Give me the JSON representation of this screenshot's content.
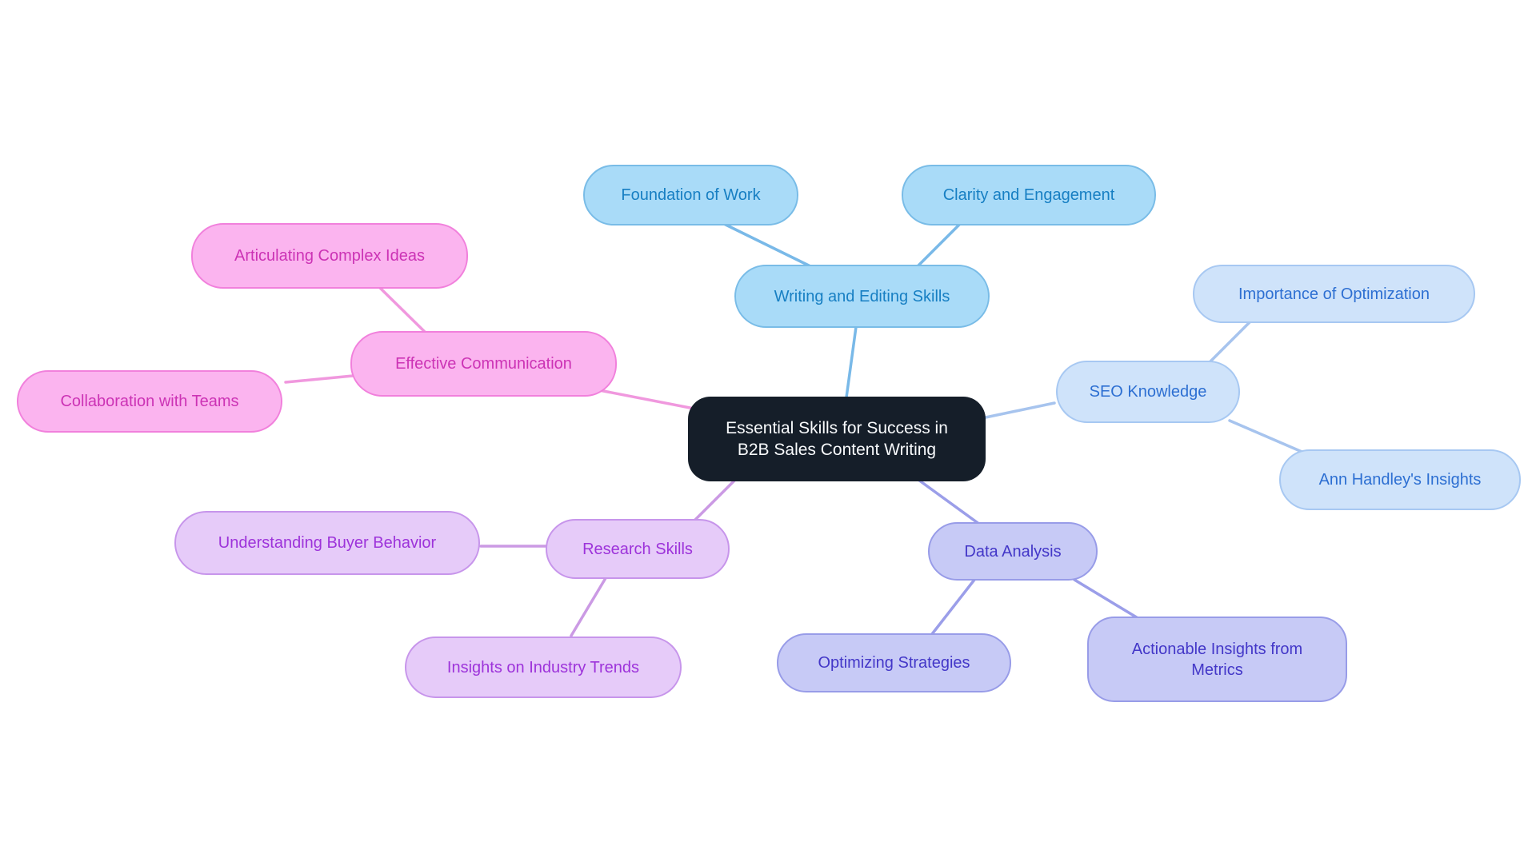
{
  "canvas": {
    "background": "#ffffff"
  },
  "mindmap": {
    "root": {
      "label": "Essential Skills for Success in B2B Sales Content Writing",
      "colors": {
        "fill": "#151e29",
        "text": "#f8fafc"
      }
    },
    "branches": [
      {
        "label": "Writing and Editing Skills",
        "colors": {
          "fill": "#a9dbf8",
          "border": "#79bce7",
          "text": "#177fc3",
          "line": "#79b9e8"
        },
        "children": [
          {
            "label": "Foundation of Work"
          },
          {
            "label": "Clarity and Engagement"
          }
        ]
      },
      {
        "label": "SEO Knowledge",
        "colors": {
          "fill": "#cfe3fa",
          "border": "#a7c8f2",
          "text": "#2d6fd2",
          "line": "#a7c4ee"
        },
        "children": [
          {
            "label": "Importance of Optimization"
          },
          {
            "label": "Ann Handley's Insights"
          }
        ]
      },
      {
        "label": "Data Analysis",
        "colors": {
          "fill": "#c7caf6",
          "border": "#989ce8",
          "text": "#4337c8",
          "line": "#9b9ee9"
        },
        "children": [
          {
            "label": "Optimizing Strategies"
          },
          {
            "label": "Actionable Insights from Metrics"
          }
        ]
      },
      {
        "label": "Research Skills",
        "colors": {
          "fill": "#e6cbf9",
          "border": "#c795eb",
          "text": "#9d33da",
          "line": "#cb9ae4"
        },
        "children": [
          {
            "label": "Understanding Buyer Behavior"
          },
          {
            "label": "Insights on Industry Trends"
          }
        ]
      },
      {
        "label": "Effective Communication",
        "colors": {
          "fill": "#fbb4ef",
          "border": "#f180dc",
          "text": "#cc33b5",
          "line": "#f098de"
        },
        "children": [
          {
            "label": "Articulating Complex Ideas"
          },
          {
            "label": "Collaboration with Teams"
          }
        ]
      }
    ]
  }
}
